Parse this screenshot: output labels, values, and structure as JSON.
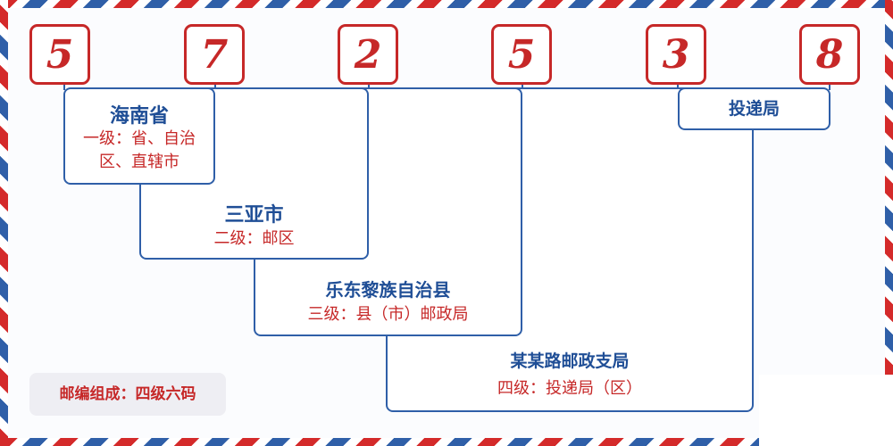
{
  "digits": [
    "5",
    "7",
    "2",
    "5",
    "3",
    "8"
  ],
  "levels": [
    {
      "name": "海南省",
      "desc": "一级：省、自治区、直辖市"
    },
    {
      "name": "三亚市",
      "desc": "二级：邮区"
    },
    {
      "name": "乐东黎族自治县",
      "desc": "三级：县（市）邮政局"
    },
    {
      "name": "某某路邮政支局",
      "desc": "四级：投递局（区）"
    }
  ],
  "delivery": {
    "name": "投递局"
  },
  "legend": "邮编组成：四级六码",
  "colors": {
    "digit_red": "#c62828",
    "line_blue": "#2f5fa8",
    "stripe_red": "#d42a2a",
    "stripe_blue": "#2f5fa8"
  }
}
